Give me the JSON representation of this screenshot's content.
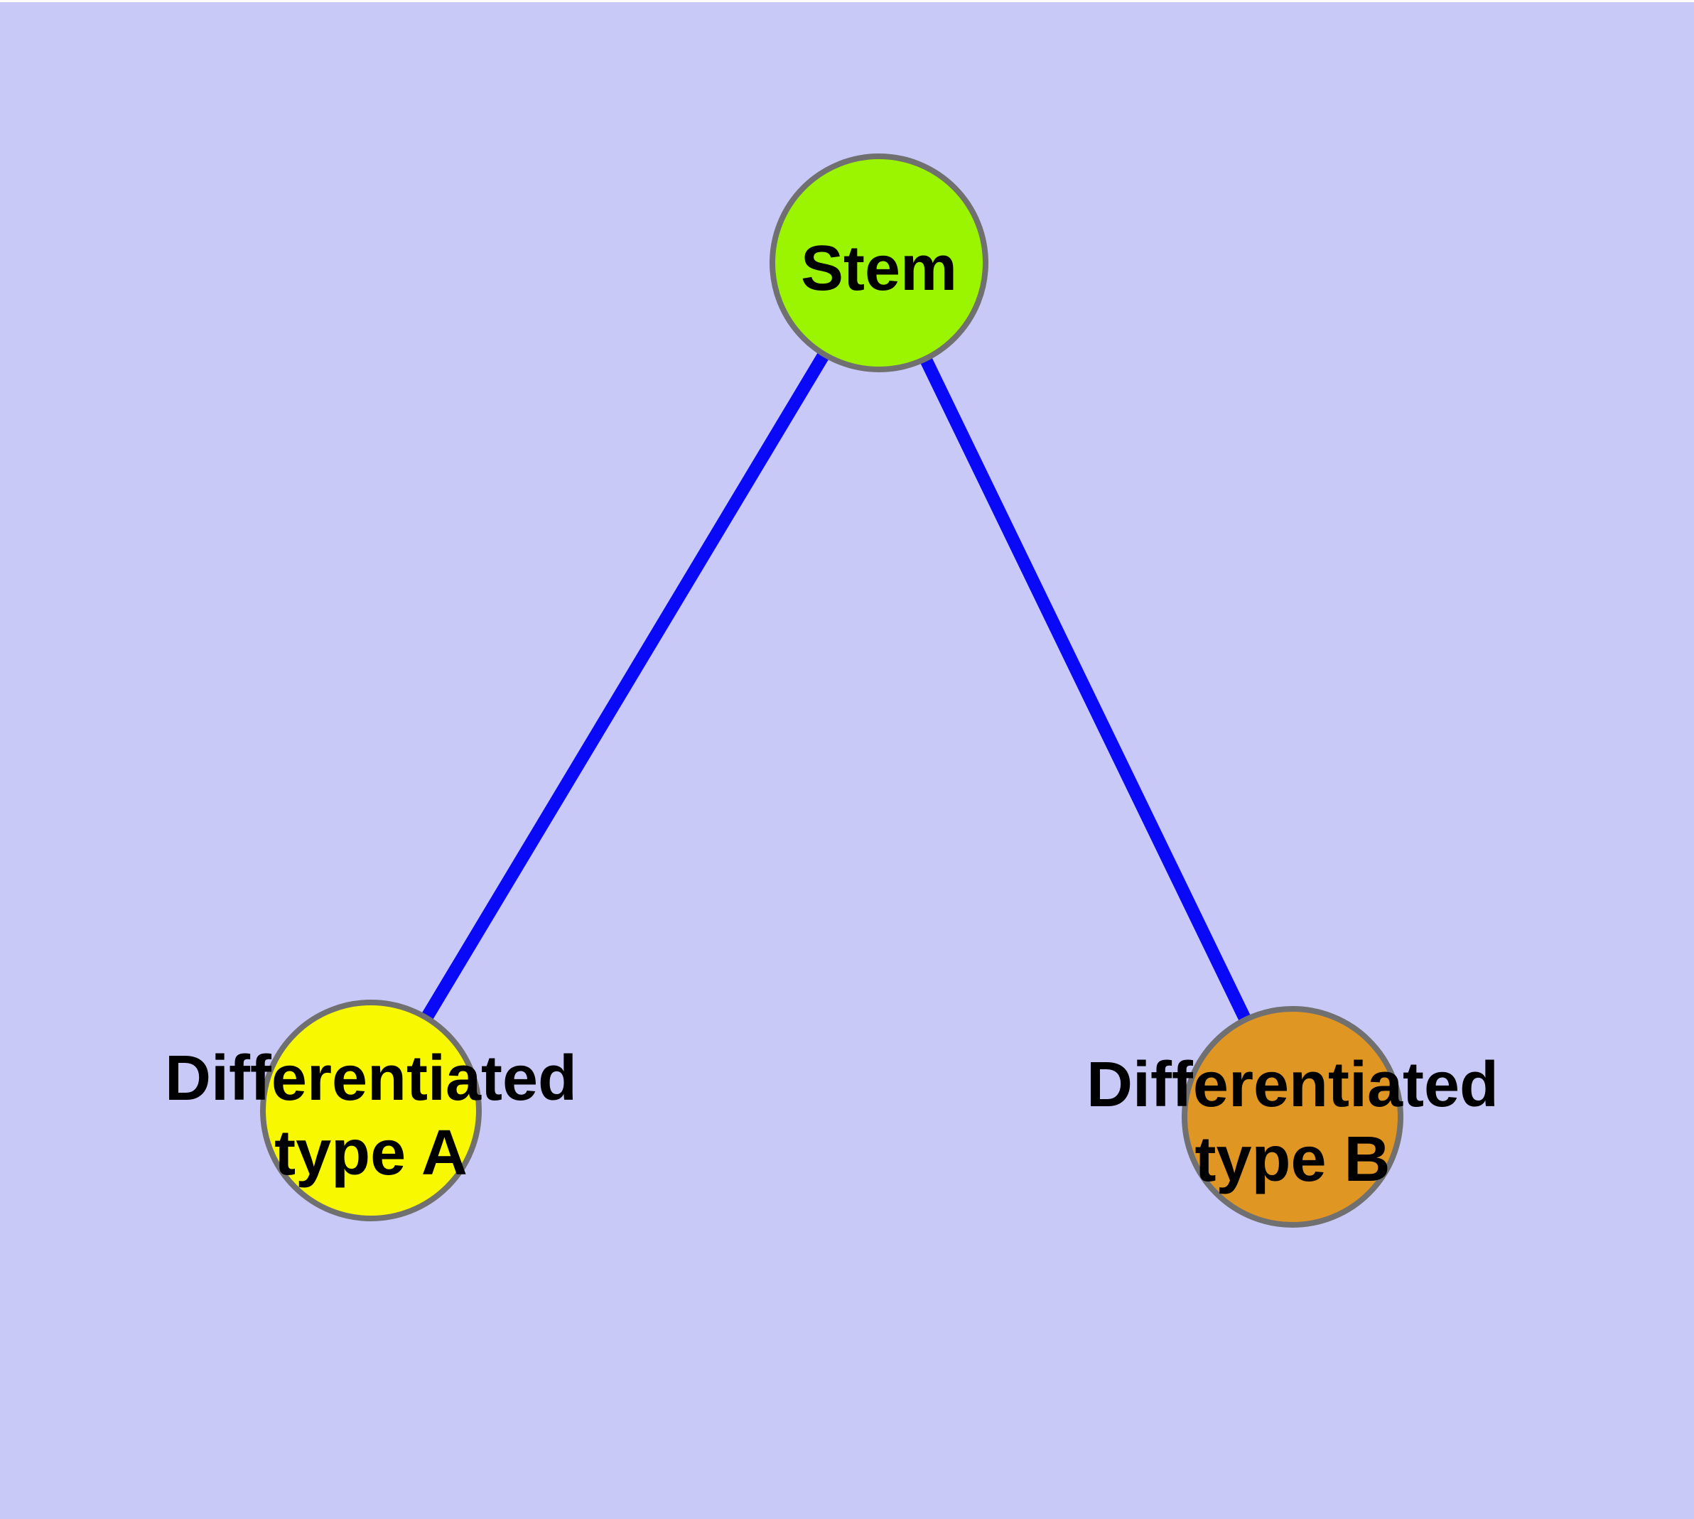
{
  "diagram": {
    "background_color": "#C9C9F8",
    "edge_color": "#0909F7",
    "node_border_color": "#707070",
    "label_color": "#000000",
    "nodes": {
      "stem": {
        "label": "Stem",
        "fill_color": "#9CF500"
      },
      "type_a": {
        "label_line1": "Differentiated",
        "label_line2": "type A",
        "fill_color": "#F8F800"
      },
      "type_b": {
        "label_line1": "Differentiated",
        "label_line2": "type B",
        "fill_color": "#E09623"
      }
    },
    "edges": [
      {
        "from": "Stem",
        "to": "Differentiated type A"
      },
      {
        "from": "Stem",
        "to": "Differentiated type B"
      }
    ]
  }
}
